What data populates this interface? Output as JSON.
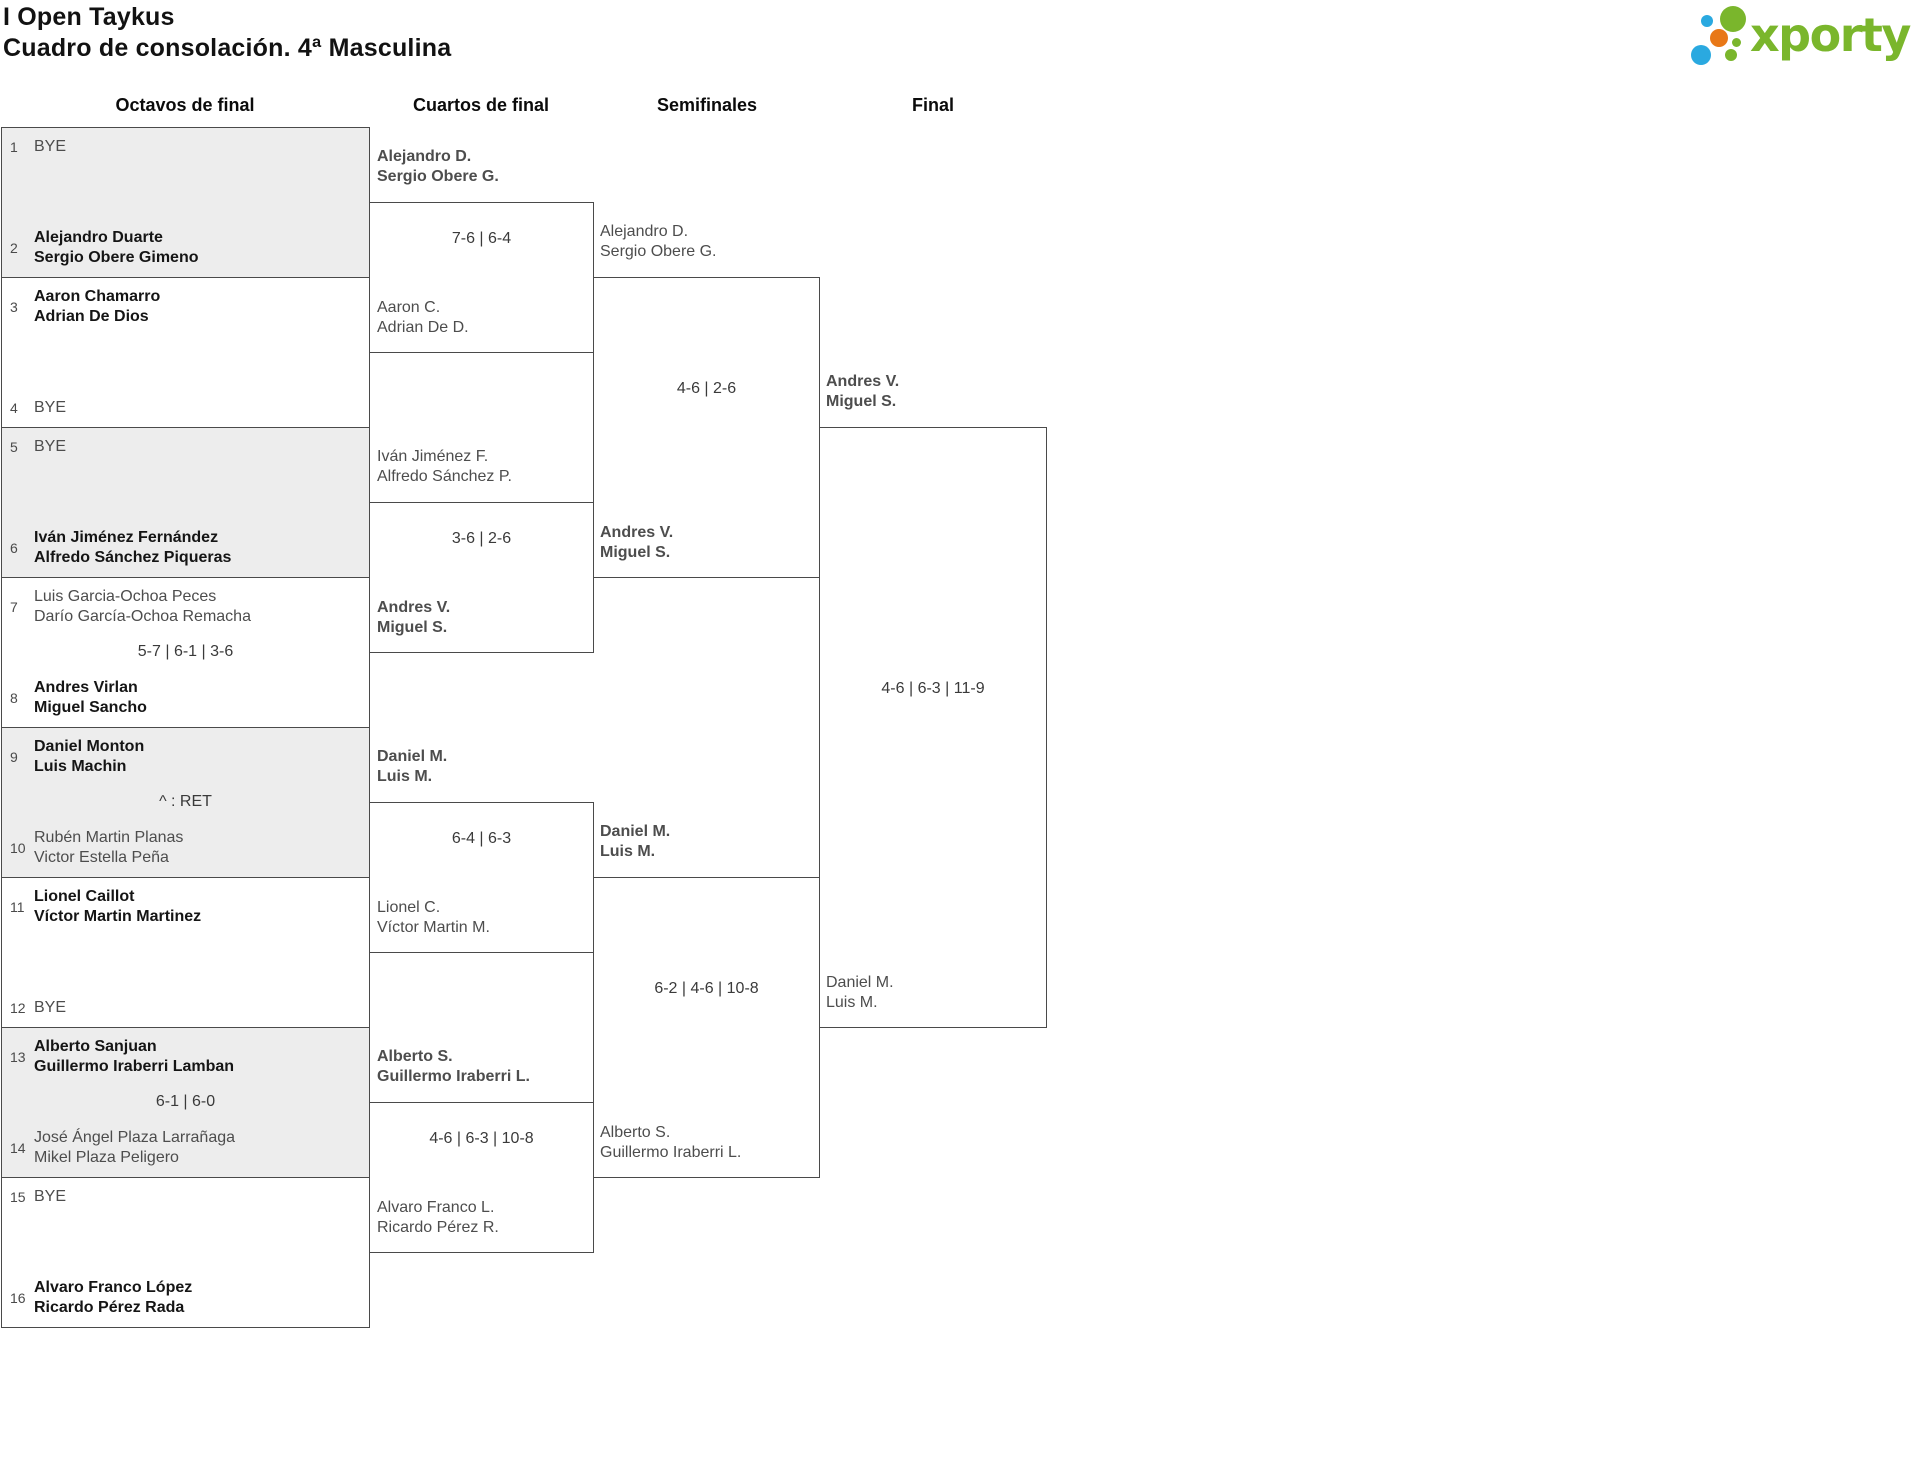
{
  "header": {
    "title_line1": "I Open Taykus",
    "title_line2": "Cuadro de consolación. 4ª Masculina",
    "logo_text": "xporty"
  },
  "logo_colors": {
    "green": "#7ab62c",
    "blue": "#2aa9e0",
    "orange": "#e87817"
  },
  "rounds": [
    "Octavos de final",
    "Cuartos de final",
    "Semifinales",
    "Final"
  ],
  "octavos": {
    "matches": [
      {
        "top": {
          "seed": "1",
          "line1": "BYE",
          "winner": false
        },
        "bottom": {
          "seed": "2",
          "line1": "Alejandro Duarte",
          "line2": "Sergio Obere Gimeno",
          "winner": true
        },
        "score": ""
      },
      {
        "top": {
          "seed": "3",
          "line1": "Aaron Chamarro",
          "line2": "Adrian De Dios",
          "winner": true
        },
        "bottom": {
          "seed": "4",
          "line1": "BYE",
          "winner": false
        },
        "score": ""
      },
      {
        "top": {
          "seed": "5",
          "line1": "BYE",
          "winner": false
        },
        "bottom": {
          "seed": "6",
          "line1": "Iván Jiménez Fernández",
          "line2": "Alfredo Sánchez Piqueras",
          "winner": true
        },
        "score": ""
      },
      {
        "top": {
          "seed": "7",
          "line1": "Luis Garcia-Ochoa Peces",
          "line2": "Darío García-Ochoa Remacha",
          "winner": false
        },
        "bottom": {
          "seed": "8",
          "line1": "Andres Virlan",
          "line2": "Miguel Sancho",
          "winner": true
        },
        "score": "5-7 | 6-1 | 3-6"
      },
      {
        "top": {
          "seed": "9",
          "line1": "Daniel Monton",
          "line2": "Luis Machin",
          "winner": true
        },
        "bottom": {
          "seed": "10",
          "line1": "Rubén Martin Planas",
          "line2": "Victor Estella Peña",
          "winner": false
        },
        "score": "^ : RET"
      },
      {
        "top": {
          "seed": "11",
          "line1": "Lionel Caillot",
          "line2": "Víctor Martin Martinez",
          "winner": true
        },
        "bottom": {
          "seed": "12",
          "line1": "BYE",
          "winner": false
        },
        "score": ""
      },
      {
        "top": {
          "seed": "13",
          "line1": "Alberto Sanjuan",
          "line2": "Guillermo Iraberri Lamban",
          "winner": true
        },
        "bottom": {
          "seed": "14",
          "line1": "José Ángel Plaza Larrañaga",
          "line2": "Mikel Plaza Peligero",
          "winner": false
        },
        "score": "6-1 | 6-0"
      },
      {
        "top": {
          "seed": "15",
          "line1": "BYE",
          "winner": false
        },
        "bottom": {
          "seed": "16",
          "line1": "Alvaro Franco López",
          "line2": "Ricardo Pérez Rada",
          "winner": true
        },
        "score": ""
      }
    ]
  },
  "cuartos": {
    "matches": [
      {
        "top": {
          "line1": "Alejandro D.",
          "line2": "Sergio Obere G.",
          "winner": true
        },
        "bottom": {
          "line1": "Aaron C.",
          "line2": "Adrian De D.",
          "winner": false
        },
        "score": "7-6 | 6-4"
      },
      {
        "top": {
          "line1": "Iván Jiménez F.",
          "line2": "Alfredo Sánchez P.",
          "winner": false
        },
        "bottom": {
          "line1": "Andres V.",
          "line2": "Miguel S.",
          "winner": true
        },
        "score": "3-6 | 2-6"
      },
      {
        "top": {
          "line1": "Daniel M.",
          "line2": "Luis M.",
          "winner": true
        },
        "bottom": {
          "line1": "Lionel C.",
          "line2": "Víctor Martin M.",
          "winner": false
        },
        "score": "6-4 | 6-3"
      },
      {
        "top": {
          "line1": "Alberto S.",
          "line2": "Guillermo Iraberri L.",
          "winner": true
        },
        "bottom": {
          "line1": "Alvaro Franco L.",
          "line2": "Ricardo Pérez R.",
          "winner": false
        },
        "score": "4-6 | 6-3 | 10-8"
      }
    ]
  },
  "semifinales": {
    "matches": [
      {
        "top": {
          "line1": "Alejandro D.",
          "line2": "Sergio Obere G.",
          "winner": false
        },
        "bottom": {
          "line1": "Andres V.",
          "line2": "Miguel S.",
          "winner": true
        },
        "score": "4-6 | 2-6"
      },
      {
        "top": {
          "line1": "Daniel M.",
          "line2": "Luis M.",
          "winner": true
        },
        "bottom": {
          "line1": "Alberto S.",
          "line2": "Guillermo Iraberri L.",
          "winner": false
        },
        "score": "6-2 | 4-6 | 10-8"
      }
    ]
  },
  "final": {
    "top": {
      "line1": "Andres V.",
      "line2": "Miguel S.",
      "winner": true
    },
    "bottom": {
      "line1": "Daniel M.",
      "line2": "Luis M.",
      "winner": false
    },
    "score": "4-6 | 6-3 | 11-9"
  }
}
